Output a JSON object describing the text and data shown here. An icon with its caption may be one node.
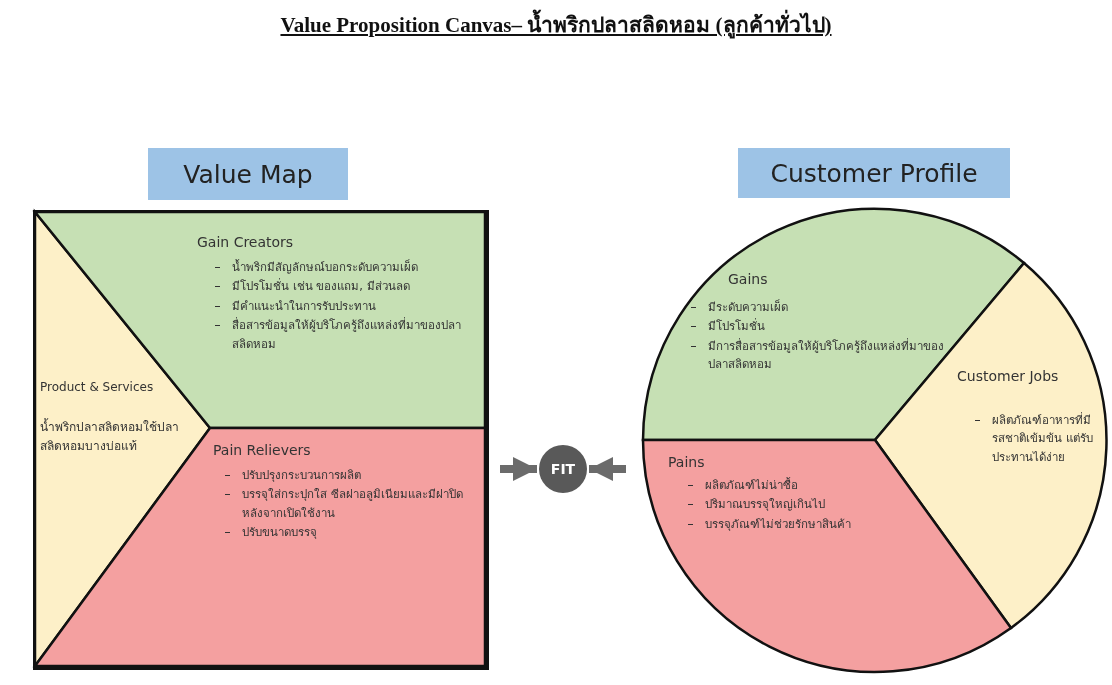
{
  "diagram": {
    "title": "Value Proposition Canvas– น้ำพริกปลาสลิดหอม (ลูกค้าทั่วไป)",
    "nodes": [
      {
        "text": [
          "Value Map"
        ]
      },
      {
        "text": [
          "Customer Profile"
        ]
      },
      {
        "text": [
          "Product & Services",
          "น้ำพริกปลาสลิดหอมใช้ปลาสลิดหอมบางบ่อแท้"
        ]
      },
      {
        "text": [
          "Gain Creators",
          "น้ำพริกมีสัญลักษณ์บอกระดับความเผ็ด",
          "มีโปรโมชั่น  เช่น ของแถม, มีส่วนลด",
          "มีคำแนะนำในการรับประทาน",
          "สื่อสารข้อมูลให้ผู้บริโภครู้ถึงแหล่งที่มาของปลาสลิดหอม"
        ]
      },
      {
        "text": [
          "Pain Relievers",
          "ปรับปรุงกระบวนการผลิต",
          "บรรจุใส่กระปุกใส ซีลฝาอลูมิเนียมและมีฝาปิดหลังจากเปิดใช้งาน",
          "ปรับขนาดบรรจุ"
        ]
      },
      {
        "text": [
          "Gains",
          "มีระดับความเผ็ด",
          "มีโปรโมชั่น",
          "มีการสื่อสารข้อมูลให้ผู้บริโภครู้ถึงแหล่งที่มาของปลาสลิดหอม"
        ]
      },
      {
        "text": [
          "Customer Jobs",
          "ผลิตภัณฑ์อาหารที่มีรสชาติเข้มข้น แต่รับประทานได้ง่าย"
        ]
      },
      {
        "text": [
          "Pains",
          "ผลิตภัณฑ์ไม่น่าซื้อ",
          "ปริมาณบรรจุใหญ่เกินไป",
          "บรรจุภัณฑ์ไม่ช่วยรักษาสินค้า"
        ]
      },
      {
        "text": [
          "FIT"
        ]
      }
    ],
    "edges": [
      {
        "from": null,
        "to": 8,
        "arrow": "to"
      },
      {
        "from": null,
        "to": 8,
        "arrow": "to"
      }
    ]
  }
}
